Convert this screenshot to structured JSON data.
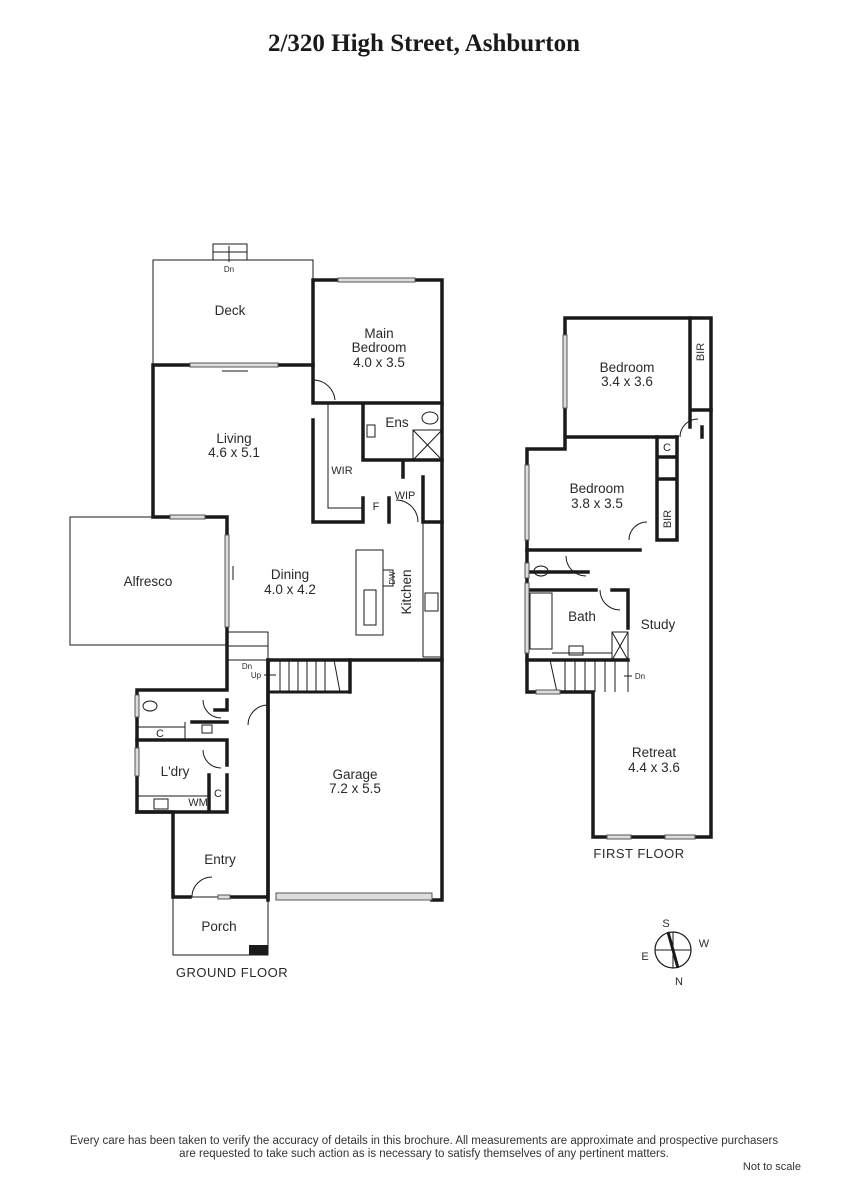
{
  "title": "2/320 High Street, Ashburton",
  "ground_floor": {
    "label": "GROUND FLOOR",
    "rooms": {
      "deck": "Deck",
      "main_bedroom_1": "Main",
      "main_bedroom_2": "Bedroom",
      "main_bedroom_dim": "4.0 x 3.5",
      "living": "Living",
      "living_dim": "4.6 x 5.1",
      "ens": "Ens",
      "wir": "WIR",
      "wip": "WIP",
      "f": "F",
      "alfresco": "Alfresco",
      "dining": "Dining",
      "dining_dim": "4.0 x 4.2",
      "kitchen": "Kitchen",
      "dw": "DW",
      "ldry": "L'dry",
      "c1": "C",
      "c2": "C",
      "wm": "WM",
      "garage": "Garage",
      "garage_dim": "7.2 x 5.5",
      "entry": "Entry",
      "porch": "Porch"
    },
    "stairs": {
      "deck_dn": "Dn",
      "dn": "Dn",
      "up": "Up"
    }
  },
  "first_floor": {
    "label": "FIRST FLOOR",
    "rooms": {
      "bedroom1": "Bedroom",
      "bedroom1_dim": "3.4 x 3.6",
      "bir1": "BIR",
      "bedroom2": "Bedroom",
      "bedroom2_dim": "3.8 x 3.5",
      "bir2": "BIR",
      "c": "C",
      "bath": "Bath",
      "study": "Study",
      "retreat": "Retreat",
      "retreat_dim": "4.4 x 3.6"
    },
    "stairs": {
      "dn": "Dn"
    }
  },
  "compass": {
    "s": "S",
    "w": "W",
    "e": "E",
    "n": "N"
  },
  "disclaimer": {
    "line1": "Every care has been taken to verify the accuracy of details in this brochure.  All measurements are approximate and prospective purchasers",
    "line2": "are requested to take such action as is necessary to satisfy themselves of any pertinent matters."
  },
  "not_to_scale": "Not to scale"
}
